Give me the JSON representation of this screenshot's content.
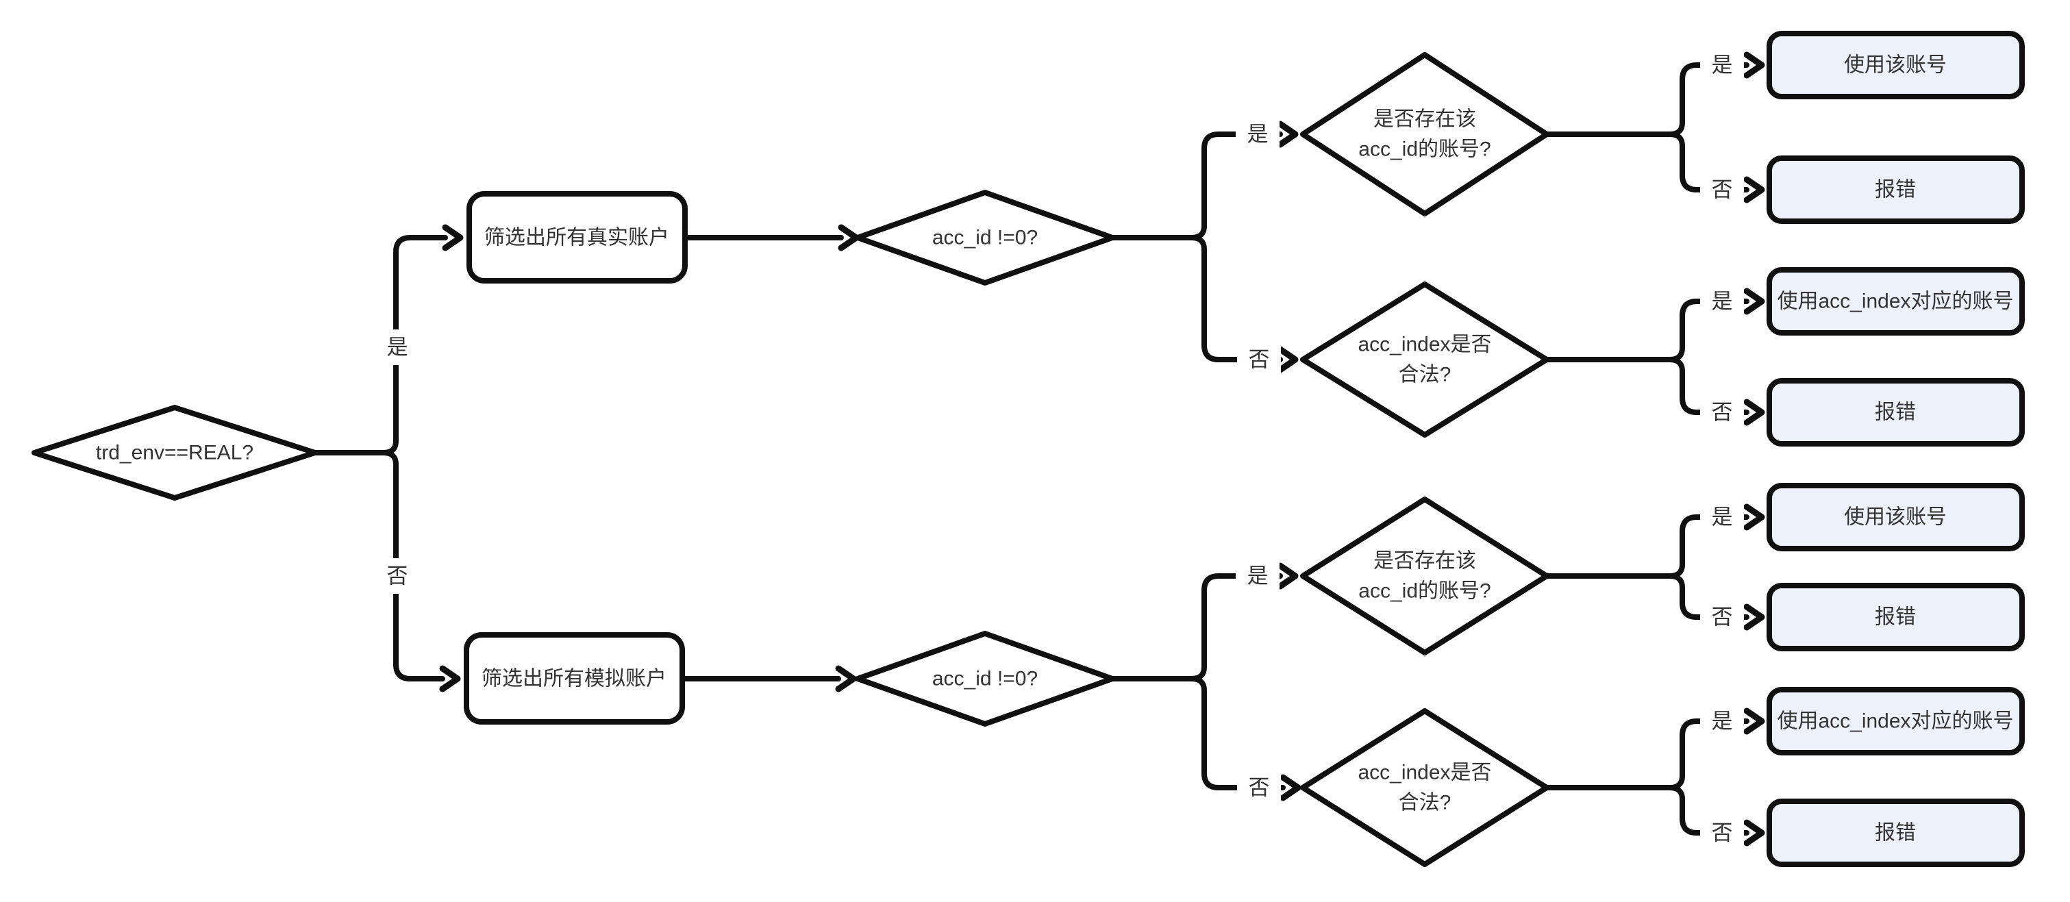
{
  "diagram": {
    "background": "#ffffff",
    "stroke_color": "#101010",
    "text_color": "#333333",
    "terminal_fill": "#ECF1FA",
    "node_fill": "#ffffff",
    "branch_labels": {
      "yes": "是",
      "no": "否"
    },
    "nodes": {
      "root": {
        "label": "trd_env==REAL?"
      },
      "filter_real": {
        "label": "筛选出所有真实账户"
      },
      "filter_sim": {
        "label": "筛选出所有模拟账户"
      },
      "acc_id_real": {
        "label": "acc_id !=0?"
      },
      "acc_id_sim": {
        "label": "acc_id !=0?"
      },
      "exists_real": {
        "line1": "是否存在该",
        "line2": "acc_id的账号?"
      },
      "exists_sim": {
        "line1": "是否存在该",
        "line2": "acc_id的账号?"
      },
      "index_valid_real": {
        "line1": "acc_index是否",
        "line2": "合法?"
      },
      "index_valid_sim": {
        "line1": "acc_index是否",
        "line2": "合法?"
      },
      "use_account_real": {
        "label": "使用该账号"
      },
      "error_real_id": {
        "label": "报错"
      },
      "use_index_real": {
        "label": "使用acc_index对应的账号"
      },
      "error_real_index": {
        "label": "报错"
      },
      "use_account_sim": {
        "label": "使用该账号"
      },
      "error_sim_id": {
        "label": "报错"
      },
      "use_index_sim": {
        "label": "使用acc_index对应的账号"
      },
      "error_sim_index": {
        "label": "报错"
      }
    }
  }
}
